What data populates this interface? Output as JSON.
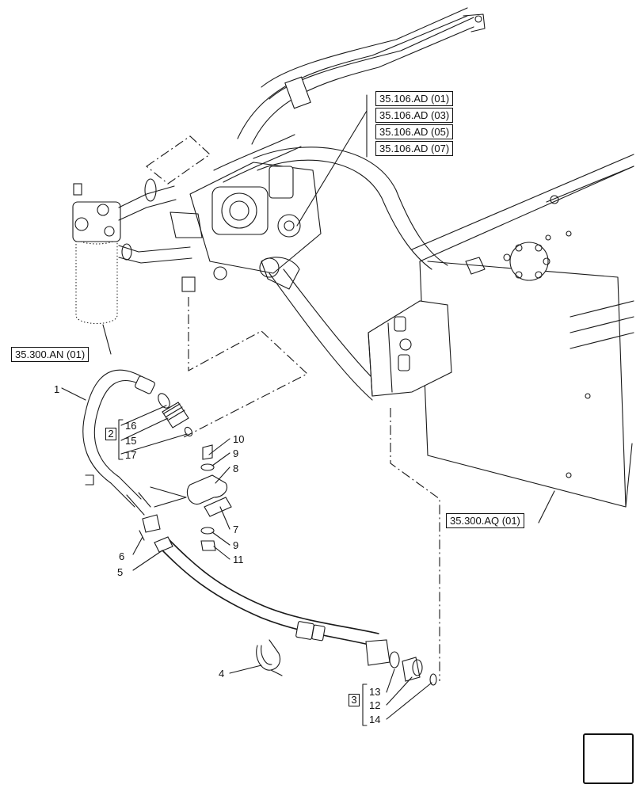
{
  "references": {
    "ad01": "35.106.AD (01)",
    "ad03": "35.106.AD (03)",
    "ad05": "35.106.AD (05)",
    "ad07": "35.106.AD (07)",
    "an01": "35.300.AN (01)",
    "aq01": "35.300.AQ (01)"
  },
  "groups": {
    "g2": "2",
    "g3": "3"
  },
  "callouts": [
    "1",
    "2",
    "3",
    "4",
    "5",
    "6",
    "7",
    "8",
    "9",
    "10",
    "11",
    "12",
    "13",
    "14",
    "15",
    "16",
    "17"
  ],
  "nav_icon": "next-page-arrow-icon"
}
